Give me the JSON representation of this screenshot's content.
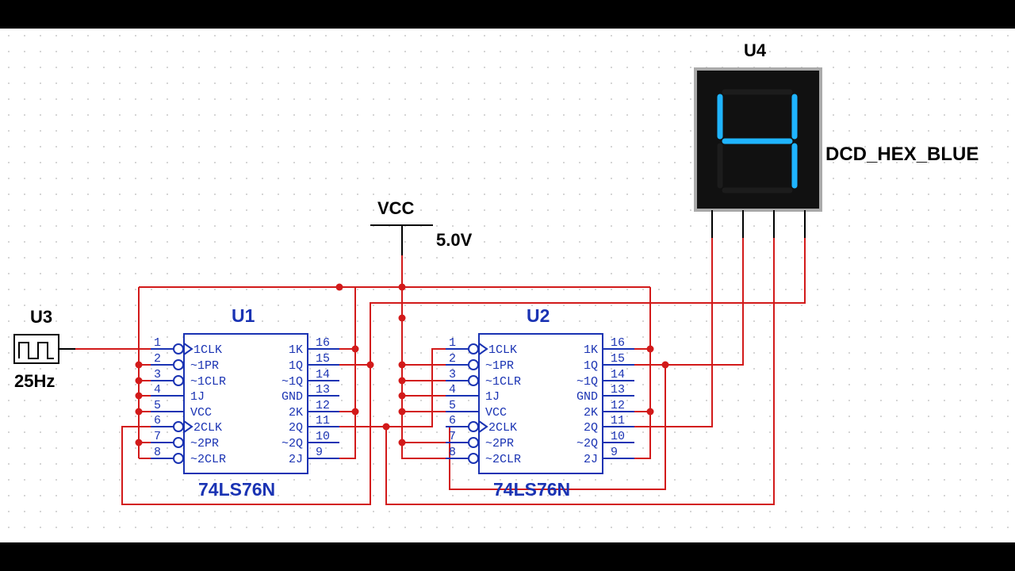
{
  "source": {
    "refdes": "U3",
    "value": "25Hz",
    "icon": "square-wave-clock-icon"
  },
  "power": {
    "name": "VCC",
    "voltage": "5.0V"
  },
  "display": {
    "refdes": "U4",
    "model": "DCD_HEX_BLUE",
    "digit": "4",
    "segment_color": "#1fb4ff"
  },
  "chips": [
    {
      "refdes": "U1",
      "part": "74LS76N",
      "left_pins": [
        {
          "num": "1",
          "name": "1CLK"
        },
        {
          "num": "2",
          "name": "~1PR"
        },
        {
          "num": "3",
          "name": "~1CLR"
        },
        {
          "num": "4",
          "name": "1J"
        },
        {
          "num": "5",
          "name": "VCC"
        },
        {
          "num": "6",
          "name": "2CLK"
        },
        {
          "num": "7",
          "name": "~2PR"
        },
        {
          "num": "8",
          "name": "~2CLR"
        }
      ],
      "right_pins": [
        {
          "num": "16",
          "name": "1K"
        },
        {
          "num": "15",
          "name": "1Q"
        },
        {
          "num": "14",
          "name": "~1Q"
        },
        {
          "num": "13",
          "name": "GND"
        },
        {
          "num": "12",
          "name": "2K"
        },
        {
          "num": "11",
          "name": "2Q"
        },
        {
          "num": "10",
          "name": "~2Q"
        },
        {
          "num": "9",
          "name": "2J"
        }
      ]
    },
    {
      "refdes": "U2",
      "part": "74LS76N",
      "left_pins": [
        {
          "num": "1",
          "name": "1CLK"
        },
        {
          "num": "2",
          "name": "~1PR"
        },
        {
          "num": "3",
          "name": "~1CLR"
        },
        {
          "num": "4",
          "name": "1J"
        },
        {
          "num": "5",
          "name": "VCC"
        },
        {
          "num": "6",
          "name": "2CLK"
        },
        {
          "num": "7",
          "name": "~2PR"
        },
        {
          "num": "8",
          "name": "~2CLR"
        }
      ],
      "right_pins": [
        {
          "num": "16",
          "name": "1K"
        },
        {
          "num": "15",
          "name": "1Q"
        },
        {
          "num": "14",
          "name": "~1Q"
        },
        {
          "num": "13",
          "name": "GND"
        },
        {
          "num": "12",
          "name": "2K"
        },
        {
          "num": "11",
          "name": "2Q"
        },
        {
          "num": "10",
          "name": "~2Q"
        },
        {
          "num": "9",
          "name": "2J"
        }
      ]
    }
  ],
  "colors": {
    "wire": "#d21a1a",
    "component": "#1a33b3",
    "canvas": "#ffffff",
    "letterbox": "#000000"
  }
}
